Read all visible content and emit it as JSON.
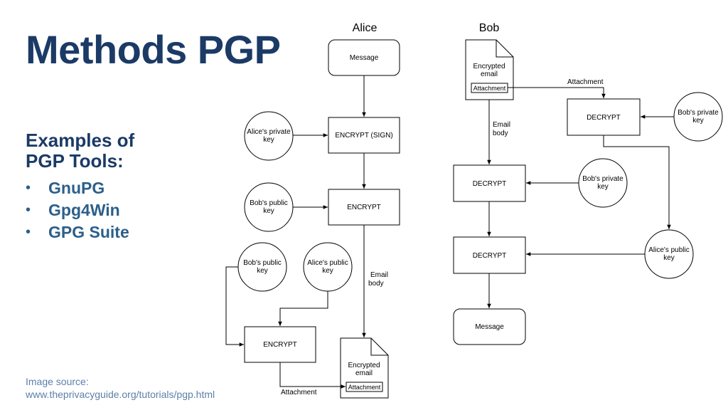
{
  "slide": {
    "title": "Methods PGP",
    "examples_heading_line1": "Examples of",
    "examples_heading_line2": "PGP Tools:",
    "tools": [
      "GnuPG",
      "Gpg4Win",
      "GPG Suite"
    ],
    "source_line1": "Image source:",
    "source_line2": "www.theprivacyguide.org/tutorials/pgp.html"
  },
  "diagram": {
    "alice": {
      "heading": "Alice",
      "message": "Message",
      "encrypt_sign": "ENCRYPT (SIGN)",
      "alice_private_key": [
        "Alice's private",
        "key"
      ],
      "encrypt_1": "ENCRYPT",
      "bob_public_key_1": [
        "Bob's public",
        "key"
      ],
      "bob_public_key_2": [
        "Bob's public",
        "key"
      ],
      "alice_public_key": [
        "Alice's public",
        "key"
      ],
      "encrypt_2": "ENCRYPT",
      "email_body": [
        "Email",
        "body"
      ],
      "encrypted_email": [
        "Encrypted",
        "email"
      ],
      "attachment_tag": "Attachment",
      "attachment_edge_label": "Attachment"
    },
    "bob": {
      "heading": "Bob",
      "encrypted_email": [
        "Encrypted",
        "email"
      ],
      "attachment_tag": "Attachment",
      "attachment_edge_label": "Attachment",
      "decrypt_attachment": "DECRYPT",
      "bob_private_key_1": [
        "Bob's private",
        "key"
      ],
      "email_body": [
        "Email",
        "body"
      ],
      "decrypt_1": "DECRYPT",
      "bob_private_key_2": [
        "Bob's private",
        "key"
      ],
      "decrypt_2": "DECRYPT",
      "alice_public_key": [
        "Alice's public",
        "key"
      ],
      "message": "Message"
    }
  }
}
